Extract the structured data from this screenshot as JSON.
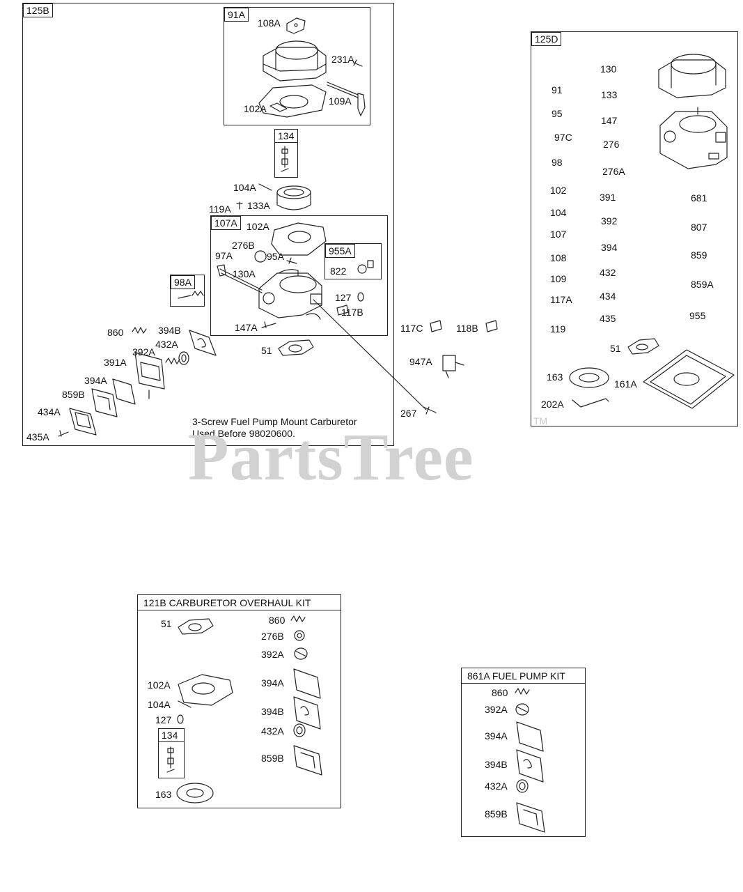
{
  "watermark": "PartsTree",
  "trademark": "TM",
  "panel_125B": {
    "tag": "125B",
    "group_91A": {
      "tag": "91A",
      "labels": [
        "108A",
        "231A",
        "102A",
        "109A"
      ]
    },
    "group_134": {
      "tag": "134"
    },
    "group_107A": {
      "tag": "107A",
      "labels": [
        "102A",
        "276B",
        "97A",
        "95A",
        "130A",
        "127",
        "117B",
        "147A"
      ]
    },
    "group_955A": {
      "tag": "955A",
      "labels": [
        "822"
      ]
    },
    "group_98A": {
      "tag": "98A"
    },
    "labels": [
      "104A",
      "133A",
      "119A",
      "860",
      "394B",
      "432A",
      "392A",
      "391A",
      "394A",
      "859B",
      "434A",
      "435A",
      "51"
    ],
    "note_line1": "3-Screw Fuel Pump Mount Carburetor",
    "note_line2": "Used Before 98020600."
  },
  "outside_labels": [
    "117C",
    "118B",
    "947A",
    "267"
  ],
  "panel_125D": {
    "tag": "125D",
    "col1": [
      "91",
      "95",
      "97C",
      "98",
      "102",
      "104",
      "107",
      "108",
      "109",
      "117A",
      "119"
    ],
    "col2": [
      "130",
      "133",
      "147",
      "276",
      "276A",
      "391",
      "392",
      "394",
      "432",
      "434",
      "435"
    ],
    "col3": [
      "681",
      "807",
      "859",
      "859A",
      "955"
    ],
    "labels": [
      "51",
      "163",
      "161A",
      "202A"
    ]
  },
  "kit_121B": {
    "title": "121B CARBURETOR OVERHAUL KIT",
    "left_labels": [
      "51",
      "102A",
      "104A",
      "127",
      "163"
    ],
    "inner_tag": "134",
    "right_labels": [
      "860",
      "276B",
      "392A",
      "394A",
      "394B",
      "432A",
      "859B"
    ]
  },
  "kit_861A": {
    "title": "861A  FUEL PUMP KIT",
    "labels": [
      "860",
      "392A",
      "394A",
      "394B",
      "432A",
      "859B"
    ]
  }
}
